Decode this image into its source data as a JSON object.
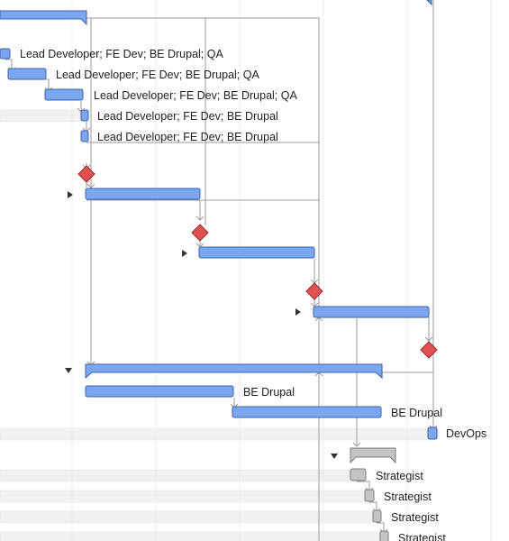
{
  "colors": {
    "task_fill": "#7aa7f0",
    "task_stroke": "#3d63a8",
    "milestone_fill": "#e05252",
    "milestone_stroke": "#9b2a2a",
    "gray_fill": "#c4c4c4",
    "gray_stroke": "#7d7d7d",
    "row_stripe": "#f1f1f1",
    "grid_line": "#ececec",
    "connector": "#9a9a9a"
  },
  "labels": {
    "r1": "Lead Developer; FE Dev; BE Drupal; QA",
    "r2": "Lead Developer; FE Dev; BE Drupal; QA",
    "r3": "Lead Developer; FE Dev; BE Drupal; QA",
    "r4": "Lead Developer; FE Dev; BE Drupal",
    "r5": "Lead Developer; FE Dev; BE Drupal",
    "r6": "BE Drupal",
    "r7": "BE Drupal",
    "r8": "DevOps",
    "r9": "Strategist",
    "r10": "Strategist",
    "r11": "Strategist",
    "r12": "Strategist"
  },
  "icons": {
    "collapsed": "triangle-right-icon",
    "expanded": "triangle-down-icon",
    "milestone": "diamond-icon"
  }
}
